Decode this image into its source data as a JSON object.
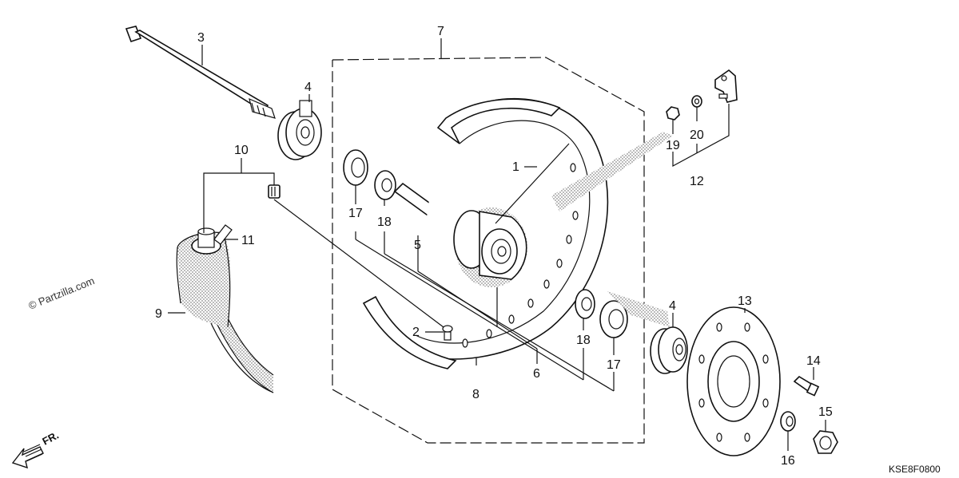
{
  "diagram": {
    "code": "KSE8F0800",
    "watermark": "© Partzilla.com",
    "direction_label": "FR."
  },
  "parts": [
    {
      "id": "n1",
      "label": "1"
    },
    {
      "id": "n2",
      "label": "2"
    },
    {
      "id": "n3",
      "label": "3"
    },
    {
      "id": "n4a",
      "label": "4"
    },
    {
      "id": "n4b",
      "label": "4"
    },
    {
      "id": "n5",
      "label": "5"
    },
    {
      "id": "n6",
      "label": "6"
    },
    {
      "id": "n7",
      "label": "7"
    },
    {
      "id": "n8",
      "label": "8"
    },
    {
      "id": "n9",
      "label": "9"
    },
    {
      "id": "n10",
      "label": "10"
    },
    {
      "id": "n11",
      "label": "11"
    },
    {
      "id": "n12",
      "label": "12"
    },
    {
      "id": "n13",
      "label": "13"
    },
    {
      "id": "n14",
      "label": "14"
    },
    {
      "id": "n15",
      "label": "15"
    },
    {
      "id": "n16",
      "label": "16"
    },
    {
      "id": "n17a",
      "label": "17"
    },
    {
      "id": "n17b",
      "label": "17"
    },
    {
      "id": "n18a",
      "label": "18"
    },
    {
      "id": "n18b",
      "label": "18"
    },
    {
      "id": "n19",
      "label": "19"
    },
    {
      "id": "n20",
      "label": "20"
    }
  ]
}
